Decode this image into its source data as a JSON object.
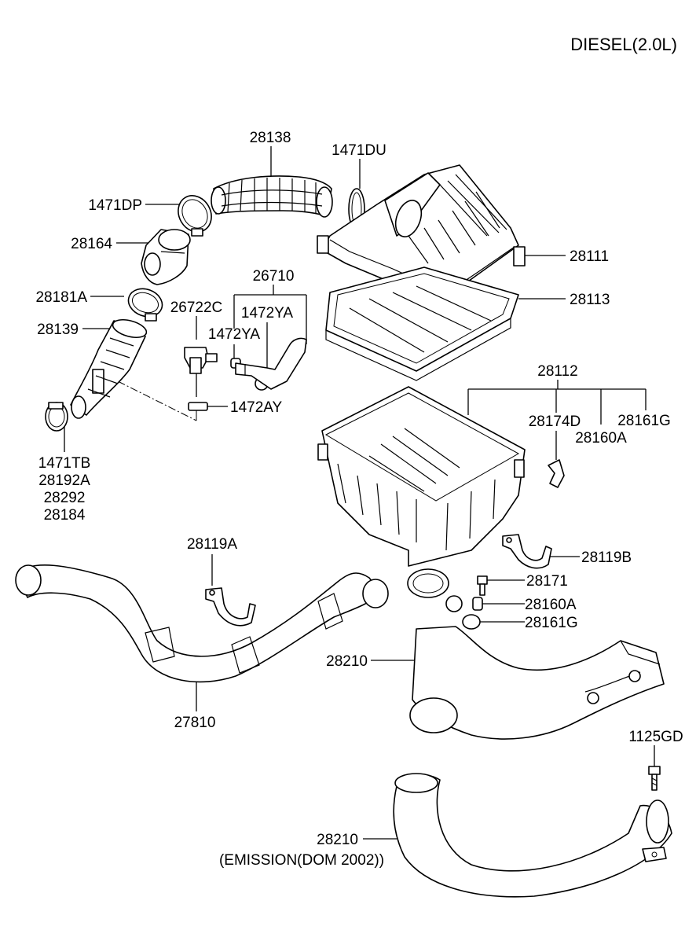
{
  "header": {
    "engine_label": "DIESEL(2.0L)"
  },
  "parts": {
    "p28138": "28138",
    "p1471DU": "1471DU",
    "p1471DP": "1471DP",
    "p28164": "28164",
    "p28111": "28111",
    "p26710": "26710",
    "p28181A": "28181A",
    "p26722C": "26722C",
    "p1472YA_upper": "1472YA",
    "p28113": "28113",
    "p28139": "28139",
    "p1472YA_lower": "1472YA",
    "p28112": "28112",
    "p1472AY": "1472AY",
    "p28174D": "28174D",
    "p28161G_top": "28161G",
    "p28160A_top": "28160A",
    "p1471TB": "1471TB",
    "p28192A": "28192A",
    "p28292": "28292",
    "p28184": "28184",
    "p28119A": "28119A",
    "p28119B": "28119B",
    "p28171": "28171",
    "p28160A": "28160A",
    "p28161G": "28161G",
    "p28210_upper": "28210",
    "p27810": "27810",
    "p1125GD": "1125GD",
    "p28210_lower": "28210",
    "emission_note": "(EMISSION(DOM 2002))"
  }
}
